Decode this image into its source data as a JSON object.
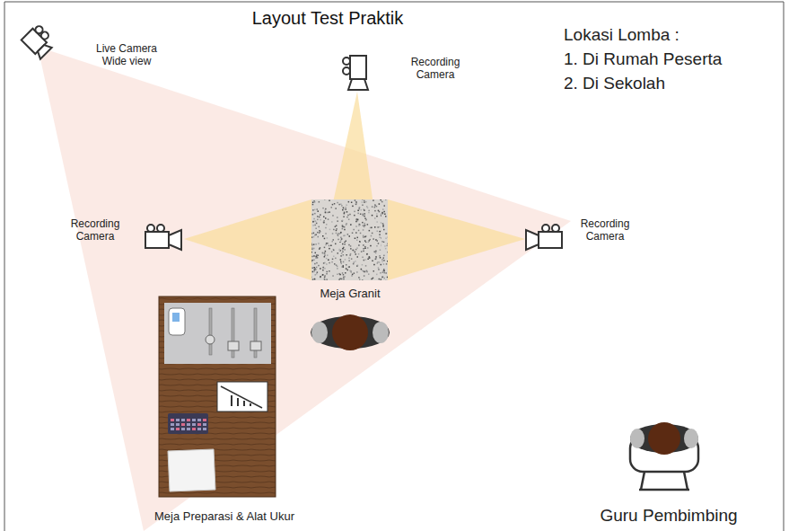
{
  "diagram": {
    "title": "Layout Test Praktik",
    "nodes": [
      {
        "text": [
          "Meja Granit"
        ]
      },
      {
        "text": [
          "Meja Preparasi & Alat Ukur"
        ]
      }
    ],
    "labels": [
      "Lokasi Lomba :",
      "1. Di Rumah Peserta",
      "2. Di Sekolah",
      "Live Camera Wide view",
      "Recording Camera",
      "Recording Camera",
      "Recording Camera",
      "Guru Pembimbing"
    ]
  }
}
